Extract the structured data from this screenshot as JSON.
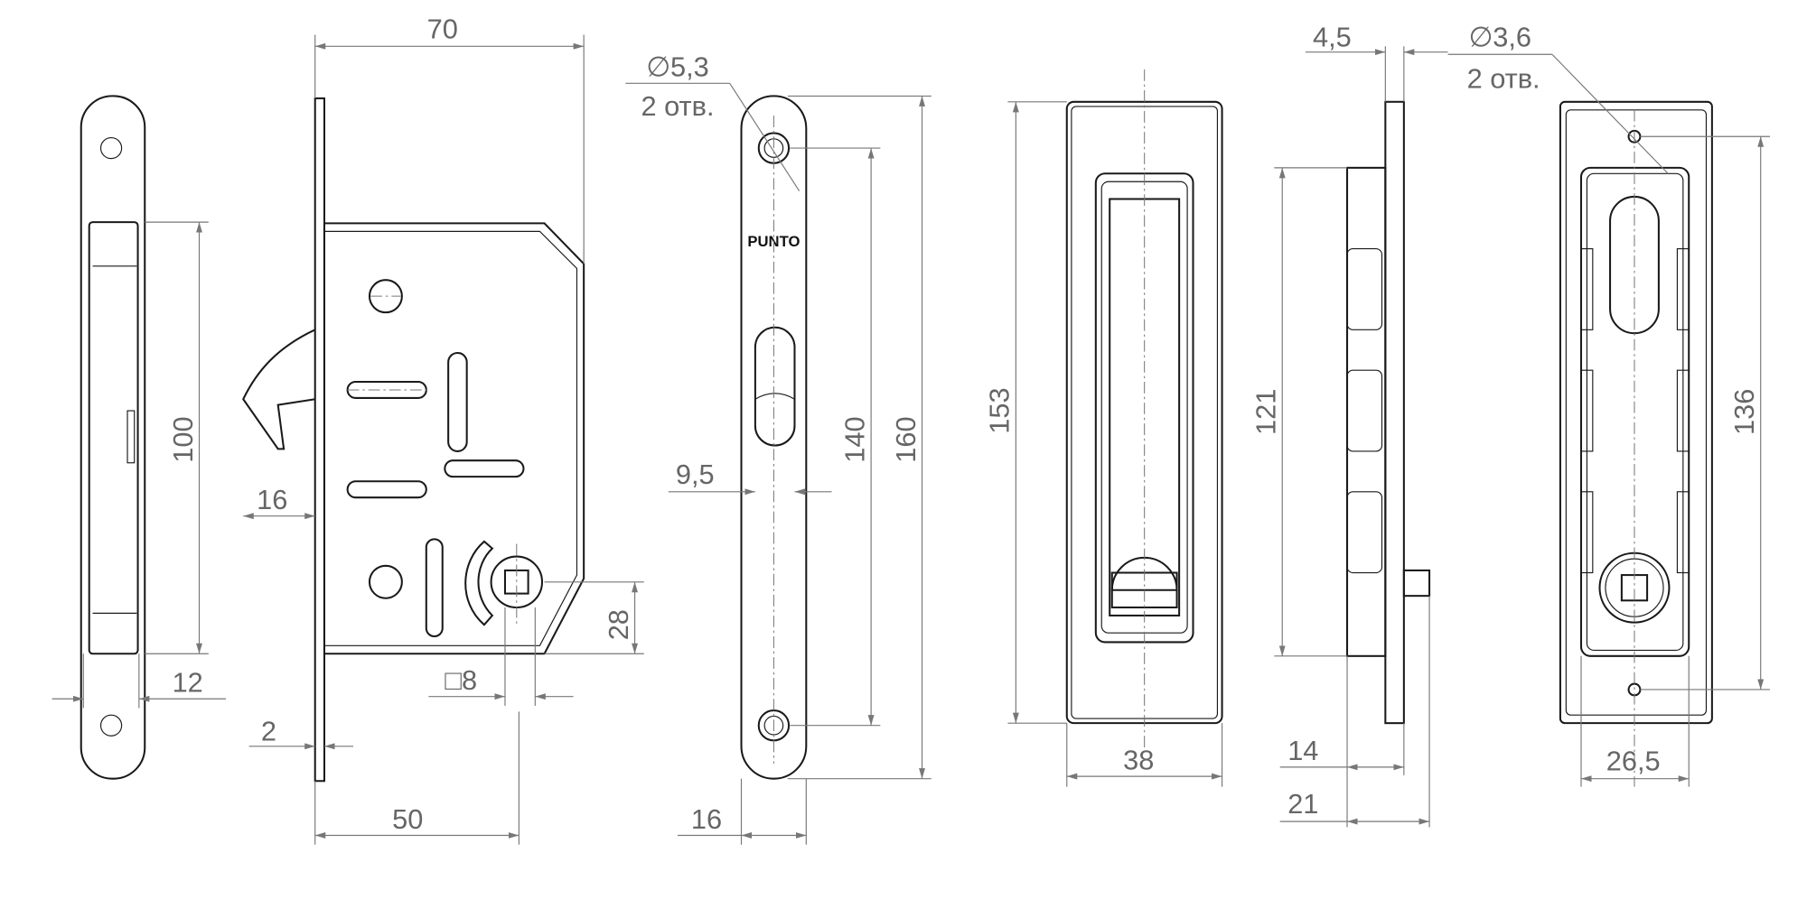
{
  "title": "Sliding door lock with handles - dimensional drawing",
  "brand_logo": "PUNTO",
  "colors": {
    "outline": "#1a1a1a",
    "dimension": "#777777",
    "text": "#666666"
  },
  "strike_plate": {
    "height": "100",
    "width": "12"
  },
  "lock_body": {
    "backset_width": "70",
    "hook_projection": "16",
    "faceplate_thickness": "2",
    "backset": "50",
    "spindle_offset": "28",
    "spindle_square": "□8"
  },
  "faceplate": {
    "hole_diameter": "∅5,3",
    "hole_count": "2 отв.",
    "hole_spacing": "140",
    "length": "160",
    "slot_width": "9,5",
    "width": "16"
  },
  "handle_front": {
    "height": "153",
    "width": "38"
  },
  "handle_side": {
    "plate_thickness": "4,5",
    "body_height": "121",
    "depth": "14",
    "total_depth": "21"
  },
  "handle_back": {
    "hole_diameter": "∅3,6",
    "hole_count": "2 отв.",
    "hole_spacing": "136",
    "hole_offset": "26,5"
  }
}
